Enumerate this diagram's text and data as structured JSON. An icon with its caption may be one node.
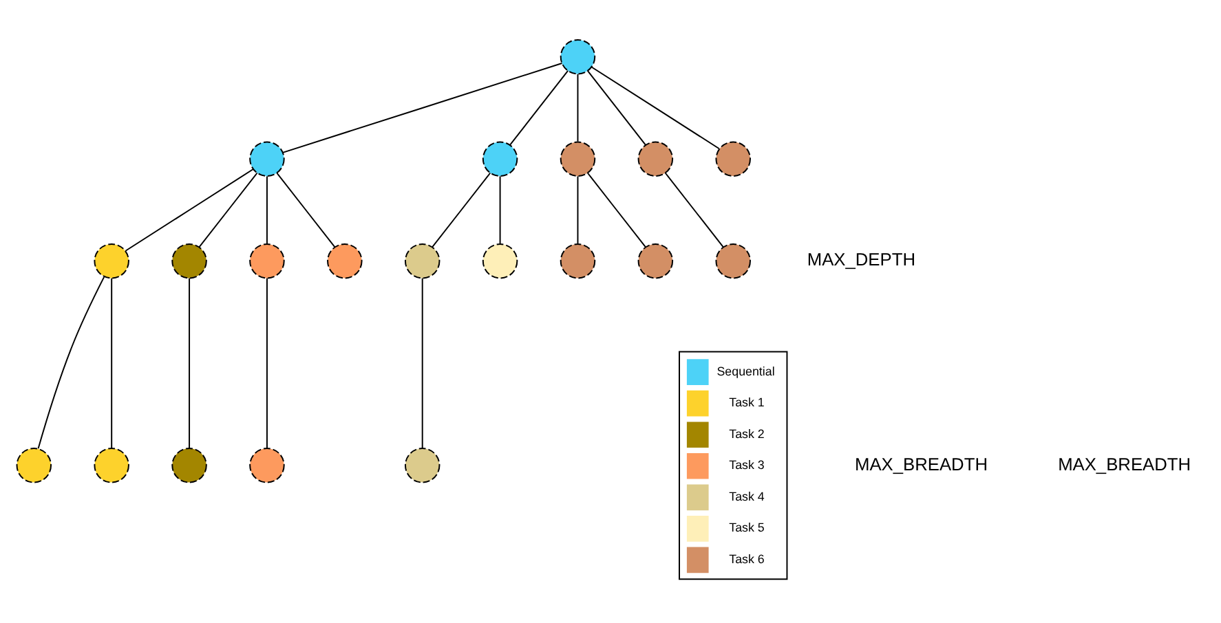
{
  "diagram": {
    "nodes": [
      {
        "text": [],
        "shape": "circle"
      },
      {
        "text": [],
        "shape": "circle"
      },
      {
        "text": [],
        "shape": "circle"
      },
      {
        "text": [],
        "shape": "circle"
      },
      {
        "text": [],
        "shape": "circle"
      },
      {
        "text": [],
        "shape": "circle"
      },
      {
        "text": [],
        "shape": "circle"
      },
      {
        "text": [],
        "shape": "circle"
      },
      {
        "text": [],
        "shape": "circle"
      },
      {
        "text": [],
        "shape": "circle"
      },
      {
        "text": [],
        "shape": "circle"
      },
      {
        "text": [],
        "shape": "circle"
      },
      {
        "text": [],
        "shape": "circle"
      },
      {
        "text": [],
        "shape": "circle"
      },
      {
        "text": [],
        "shape": "circle"
      },
      {
        "text": [],
        "shape": "circle"
      },
      {
        "text": [],
        "shape": "circle"
      },
      {
        "text": [],
        "shape": "circle"
      },
      {
        "text": [],
        "shape": "circle"
      },
      {
        "text": [],
        "shape": "circle"
      }
    ],
    "edges": [
      {
        "from": 0,
        "to": 1,
        "arrow": "none"
      },
      {
        "from": 0,
        "to": 2,
        "arrow": "none"
      },
      {
        "from": 0,
        "to": 3,
        "arrow": "none"
      },
      {
        "from": 0,
        "to": 4,
        "arrow": "none"
      },
      {
        "from": 0,
        "to": 5,
        "arrow": "none"
      },
      {
        "from": 1,
        "to": 6,
        "arrow": "none"
      },
      {
        "from": 1,
        "to": 7,
        "arrow": "none"
      },
      {
        "from": 1,
        "to": 8,
        "arrow": "none"
      },
      {
        "from": 1,
        "to": 9,
        "arrow": "none"
      },
      {
        "from": 2,
        "to": 10,
        "arrow": "none"
      },
      {
        "from": 2,
        "to": 11,
        "arrow": "none"
      },
      {
        "from": 3,
        "to": 12,
        "arrow": "none"
      },
      {
        "from": 3,
        "to": 13,
        "arrow": "none"
      },
      {
        "from": 4,
        "to": 14,
        "arrow": "none"
      },
      {
        "from": 6,
        "to": 15,
        "arrow": "none"
      },
      {
        "from": 6,
        "to": 16,
        "arrow": "none"
      },
      {
        "from": 7,
        "to": 17,
        "arrow": "none"
      },
      {
        "from": 8,
        "to": 18,
        "arrow": "none"
      },
      {
        "from": 10,
        "to": 19,
        "arrow": "none"
      }
    ],
    "labels": [
      "MAX_DEPTH",
      "MAX_BREADTH",
      "MAX_BREADTH"
    ],
    "legend": [
      {
        "text": "Sequential",
        "color": "#4dd2f7"
      },
      {
        "text": "Task 1",
        "color": "#fdd22c"
      },
      {
        "text": "Task 2",
        "color": "#a38600"
      },
      {
        "text": "Task 3",
        "color": "#fd9a5e"
      },
      {
        "text": "Task 4",
        "color": "#dccb8c"
      },
      {
        "text": "Task 5",
        "color": "#feefb8"
      },
      {
        "text": "Task 6",
        "color": "#d38f65"
      }
    ]
  }
}
